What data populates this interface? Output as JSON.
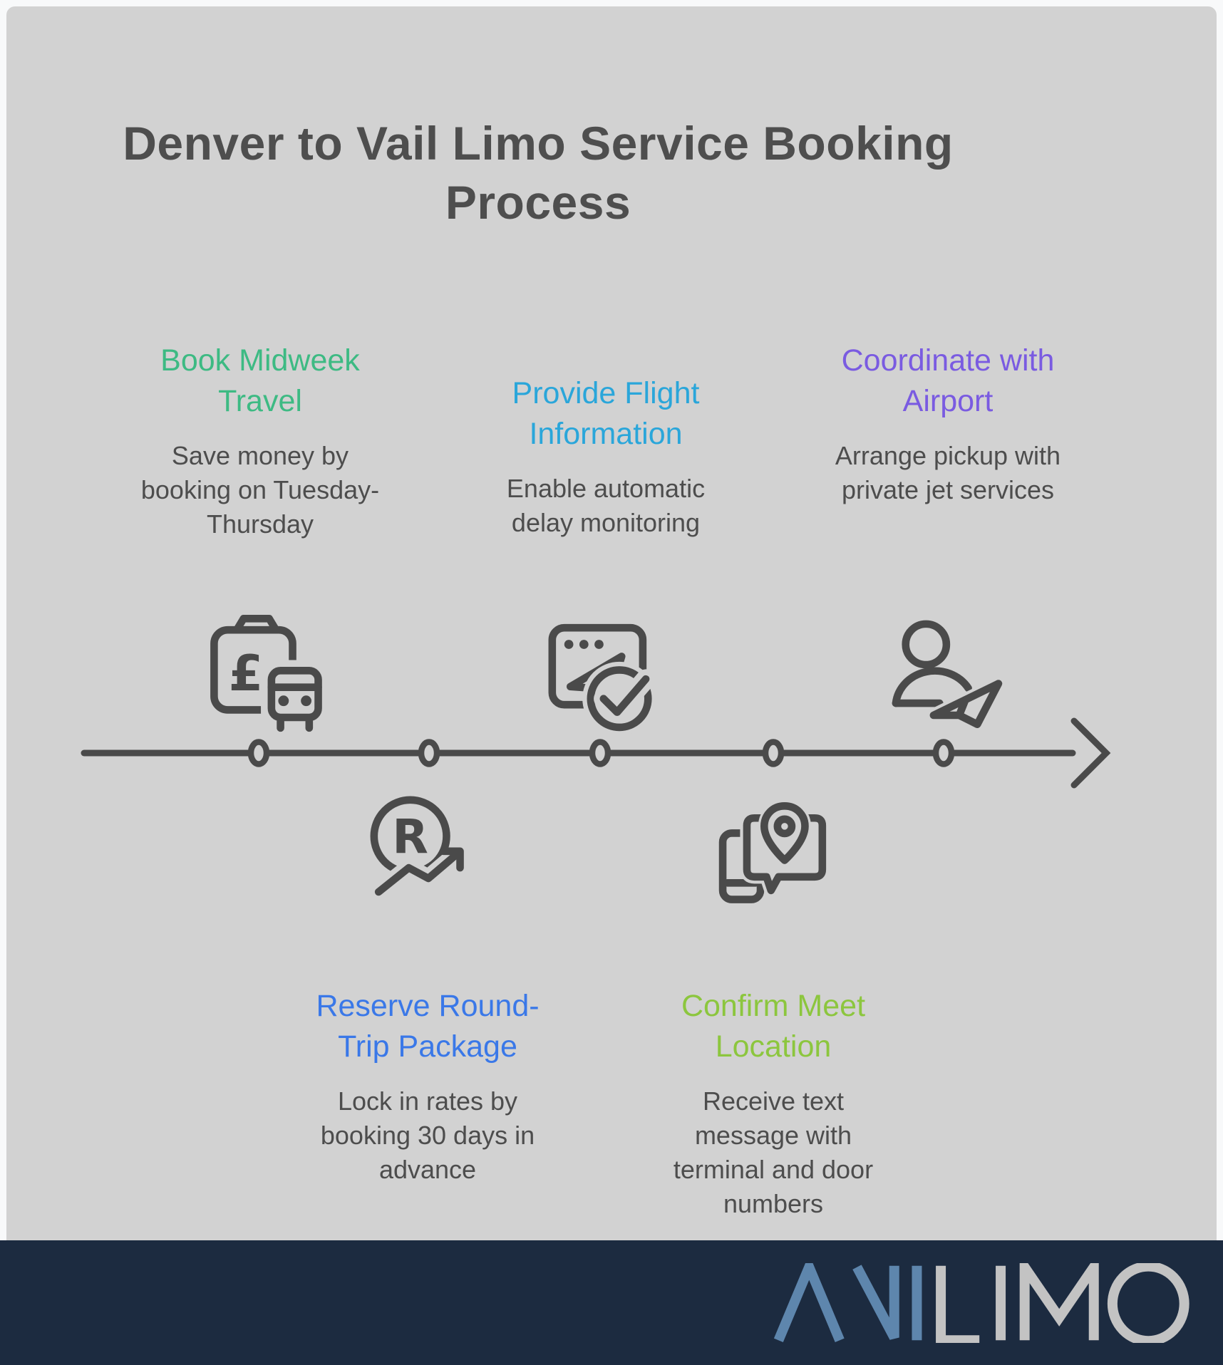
{
  "page": {
    "title": "Denver to Vail Limo Service Booking Process"
  },
  "steps": [
    {
      "title": "Book Midweek Travel",
      "description": "Save money by booking on Tuesday-Thursday",
      "color": "#3dba83",
      "icon": "suitcase-fare-bus-icon",
      "position": "above-line"
    },
    {
      "title": "Provide Flight Information",
      "description": "Enable automatic delay monitoring",
      "color": "#2aa6da",
      "icon": "flight-booking-check-icon",
      "position": "above-line"
    },
    {
      "title": "Coordinate with Airport",
      "description": "Arrange pickup with private jet services",
      "color": "#7a5be1",
      "icon": "traveler-plane-icon",
      "position": "above-line"
    },
    {
      "title": "Reserve Round-Trip Package",
      "description": "Lock in rates by booking 30 days in advance",
      "color": "#3a78e8",
      "icon": "rates-trending-up-icon",
      "position": "below-line"
    },
    {
      "title": "Confirm Meet Location",
      "description": "Receive text message with terminal and door numbers",
      "color": "#8cc63e",
      "icon": "location-message-phone-icon",
      "position": "below-line"
    }
  ],
  "timeline": {
    "dot_count": 5,
    "direction": "left-to-right",
    "line_color": "#4a4a4a"
  },
  "footer": {
    "logo_text": "AVILIMO",
    "logo_part1": "AVI",
    "logo_part2": "LIMO",
    "background": "#1c2b40",
    "part1_color": "#5e86ad",
    "part2_color": "#c3c3c3"
  },
  "colors": {
    "canvas_background": "#d2d2d2",
    "frame": "#f8f9fa",
    "title_text": "#4e4e4e",
    "body_text": "#4d4d4d",
    "icon_stroke": "#4a4a4a"
  }
}
